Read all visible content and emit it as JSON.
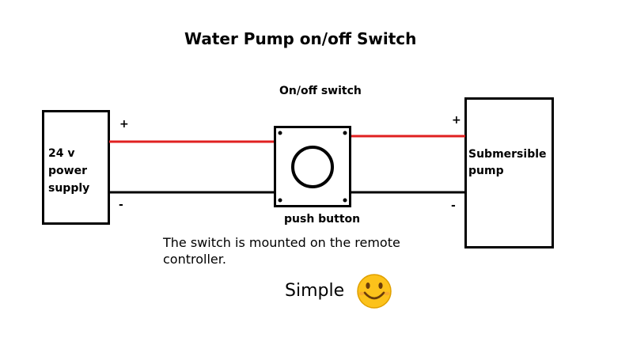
{
  "title": "Water Pump on/off Switch",
  "switch": {
    "label": "On/off switch",
    "button_label": "push button"
  },
  "power_supply": {
    "label": "24 v power supply",
    "plus": "+",
    "minus": "-"
  },
  "pump": {
    "label": "Submersible pump",
    "plus": "+",
    "minus": "-"
  },
  "note": "The switch is mounted on the remote controller.",
  "caption": "Simple",
  "icons": [
    "smiley-emoji-icon"
  ],
  "colors": {
    "positive_wire": "#e02020",
    "negative_wire": "#000000"
  }
}
